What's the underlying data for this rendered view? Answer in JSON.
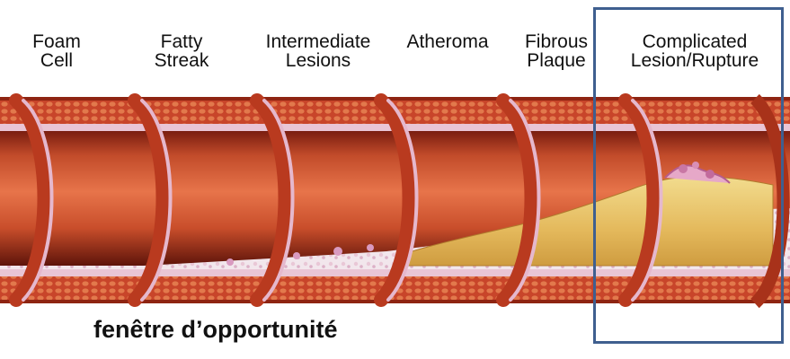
{
  "stages": [
    {
      "label": "Foam\nCell"
    },
    {
      "label": "Fatty\nStreak"
    },
    {
      "label": "Intermediate\nLesions"
    },
    {
      "label": "Atheroma"
    },
    {
      "label": "Fibrous\nPlaque"
    },
    {
      "label": "Complicated\nLesion/Rupture"
    }
  ],
  "caption": "fenêtre d’opportunité",
  "colors": {
    "highlight": "#3f5f8f",
    "artery_outer": "#c4492a",
    "lumen": "#d5562f",
    "plaque": "#e8c46a",
    "intima": "#d7b8d0"
  }
}
